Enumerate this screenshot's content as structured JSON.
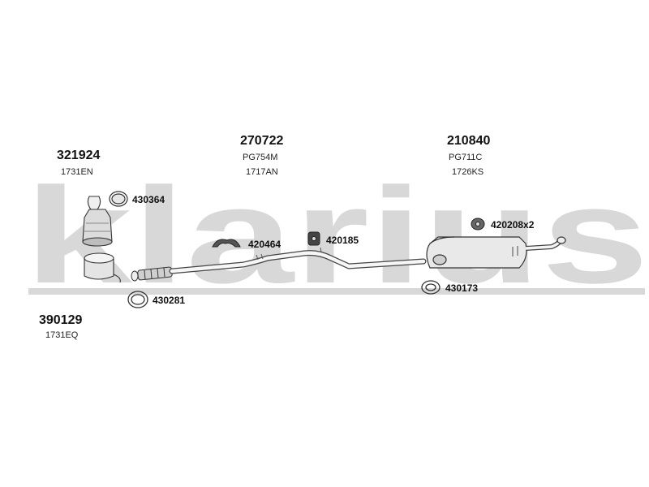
{
  "watermark": {
    "text": "klarius",
    "color": "#d6d6d6"
  },
  "groups": {
    "catalyst": {
      "number": "321924",
      "code": "1731EN"
    },
    "middle_pipe": {
      "number": "270722",
      "code_a": "PG754M",
      "code_b": "1717AN"
    },
    "rear_silencer": {
      "number": "210840",
      "code_a": "PG711C",
      "code_b": "1726KS"
    },
    "front_pipe": {
      "number": "390129",
      "code": "1731EQ"
    }
  },
  "parts": {
    "clamp_top": "430364",
    "mount_left": "420464",
    "mount_middle": "420185",
    "mount_rear": "420208x2",
    "clamp_front": "430281",
    "clamp_rear": "430173"
  }
}
